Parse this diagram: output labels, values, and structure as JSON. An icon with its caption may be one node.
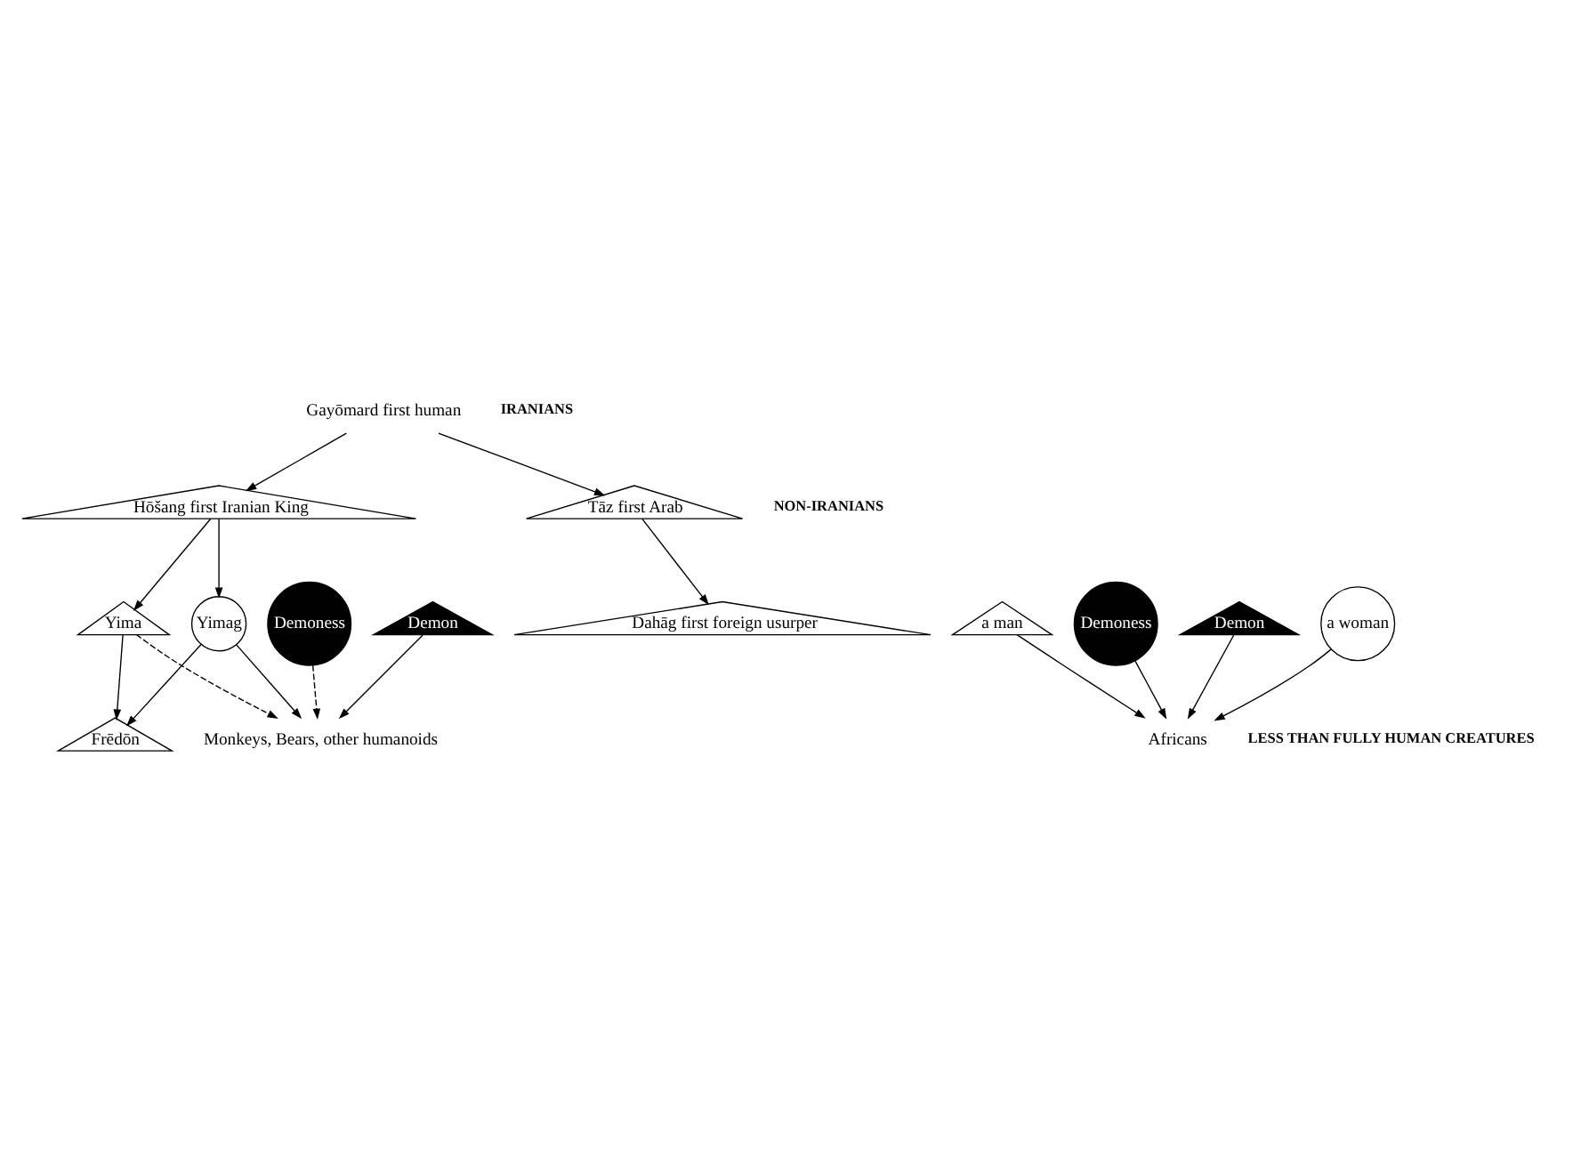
{
  "diagram": {
    "nodes": [
      {
        "text": [
          "Gayōmard first human"
        ]
      },
      {
        "text": [
          "Hōšang first Iranian King"
        ]
      },
      {
        "text": [
          "Tāz first Arab"
        ]
      },
      {
        "text": [
          "Yima"
        ]
      },
      {
        "text": [
          "Yimag"
        ]
      },
      {
        "text": [
          "Demon"
        ]
      },
      {
        "text": [
          "Demoness"
        ]
      },
      {
        "text": [
          "Dahāg first foreign usurper"
        ]
      },
      {
        "text": [
          "a man"
        ]
      },
      {
        "text": [
          "Demoness"
        ]
      },
      {
        "text": [
          "Demon"
        ]
      },
      {
        "text": [
          "a woman"
        ]
      },
      {
        "text": [
          "Frēdōn"
        ]
      },
      {
        "text": [
          "Monkeys, Bears, other humanoids"
        ]
      },
      {
        "text": [
          "Africans"
        ]
      }
    ],
    "edges": [
      {
        "from": 0,
        "to": 1,
        "arrow": "to"
      },
      {
        "from": 0,
        "to": 2,
        "arrow": "to"
      },
      {
        "from": 1,
        "to": 3,
        "arrow": "to"
      },
      {
        "from": 1,
        "to": 4,
        "arrow": "to"
      },
      {
        "from": 2,
        "to": 7,
        "arrow": "to"
      },
      {
        "from": 3,
        "to": 12,
        "arrow": "to"
      },
      {
        "from": 4,
        "to": 12,
        "arrow": "to"
      },
      {
        "from": 4,
        "to": 13,
        "arrow": "to"
      },
      {
        "from": 5,
        "to": 13,
        "arrow": "to"
      },
      {
        "from": 3,
        "to": 13,
        "arrow": "to",
        "style": "dashed"
      },
      {
        "from": 6,
        "to": 13,
        "arrow": "to",
        "style": "dashed"
      },
      {
        "from": 8,
        "to": 14,
        "arrow": "to"
      },
      {
        "from": 9,
        "to": 14,
        "arrow": "to"
      },
      {
        "from": 10,
        "to": 14,
        "arrow": "to"
      },
      {
        "from": 11,
        "to": 14,
        "arrow": "to"
      }
    ],
    "labels": [
      "IRANIANS",
      "NON-IRANIANS",
      "LESS THAN FULLY HUMAN CREATURES"
    ]
  }
}
